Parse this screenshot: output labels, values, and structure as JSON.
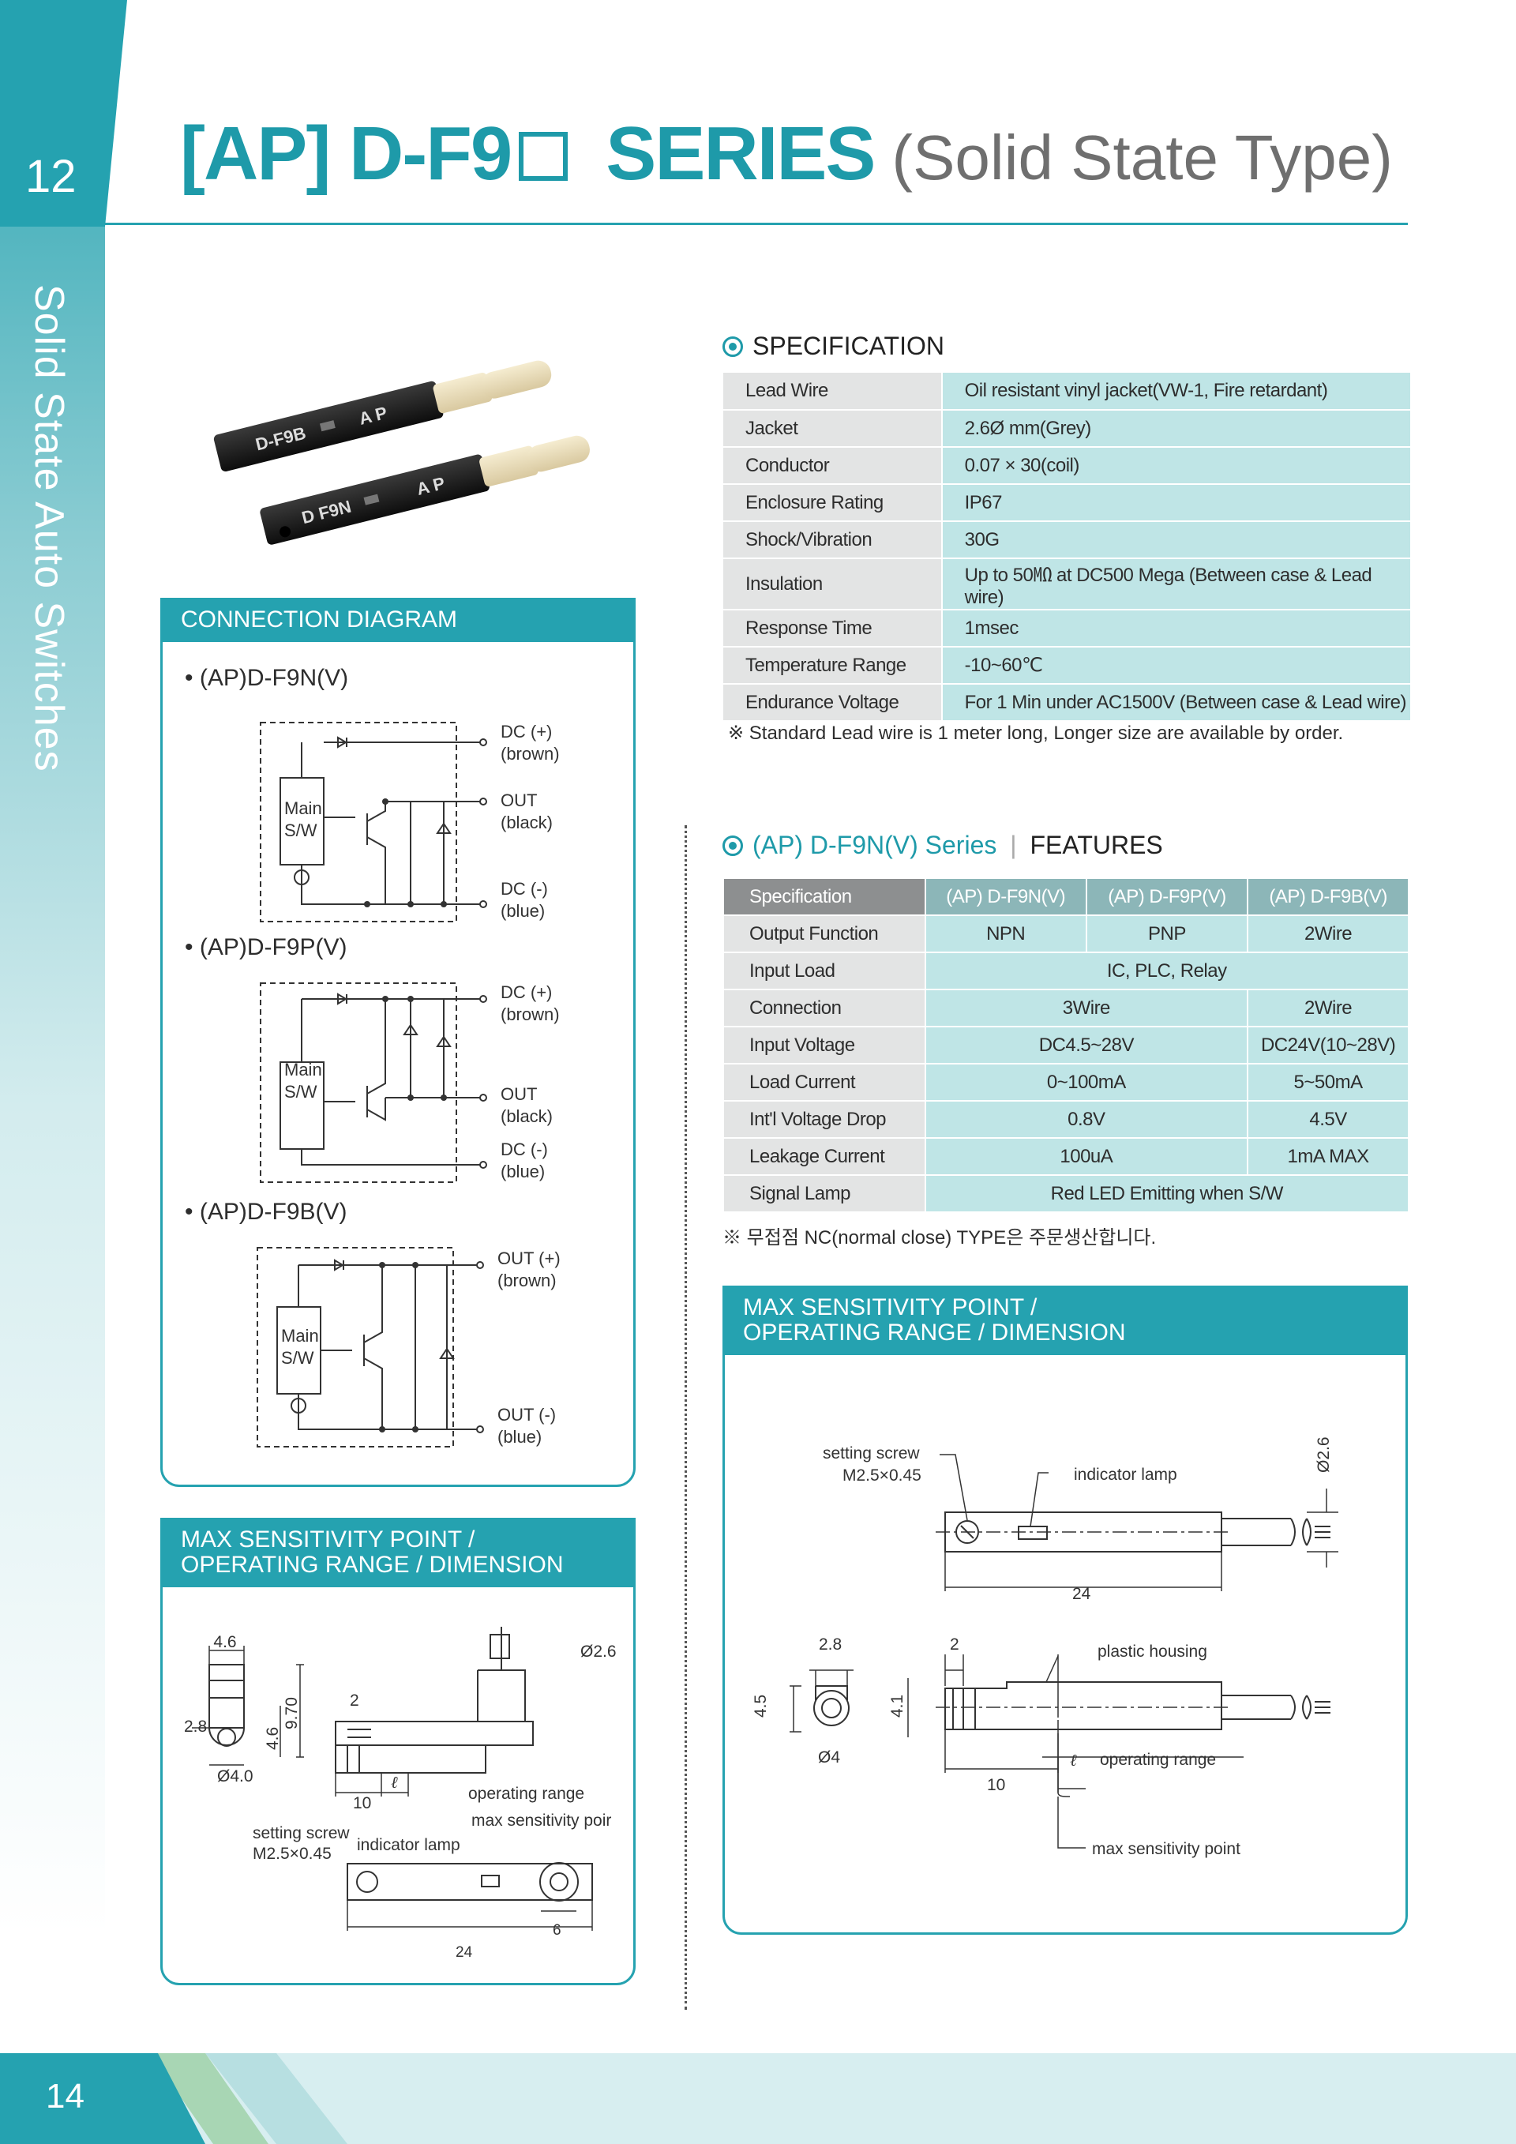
{
  "sidebar": {
    "chapter": "12",
    "label": "Solid State Auto Switches"
  },
  "header": {
    "title_main": "[AP] D-F9",
    "title_series": "SERIES",
    "title_sub": "(Solid State Type)"
  },
  "photo": {
    "label_top": "D-F9B",
    "label_top_mark": "A P",
    "label_bottom": "D F9N",
    "label_bottom_mark": "A P"
  },
  "connection": {
    "title": "CONNECTION DIAGRAM",
    "main_label": [
      "Main",
      "S/W"
    ],
    "diagrams": [
      {
        "name": "• (AP)D-F9N(V)",
        "wires": [
          [
            "DC (+)",
            "(brown)"
          ],
          [
            "OUT",
            "(black)"
          ],
          [
            "DC (-)",
            "(blue)"
          ]
        ]
      },
      {
        "name": "• (AP)D-F9P(V)",
        "wires": [
          [
            "DC (+)",
            "(brown)"
          ],
          [
            "OUT",
            "(black)"
          ],
          [
            "DC (-)",
            "(blue)"
          ]
        ]
      },
      {
        "name": "• (AP)D-F9B(V)",
        "wires": [
          [
            "OUT (+)",
            "(brown)"
          ],
          [
            "OUT (-)",
            "(blue)"
          ]
        ]
      }
    ]
  },
  "dim_left": {
    "title_line1": "MAX SENSITIVITY POINT /",
    "title_line2": "OPERATING RANGE / DIMENSION",
    "labels": {
      "w46": "4.6",
      "w28": "2.8",
      "h970": "9.70",
      "h46": "4.6",
      "d40": "Ø4.0",
      "d26": "Ø2.6",
      "two": "2",
      "ten": "10",
      "ell": "ℓ",
      "operating_range": "operating range",
      "max_sensitivity": "max sensitivity poir",
      "setting_screw": "setting screw",
      "screw_size": "M2.5×0.45",
      "indicator_lamp": "indicator lamp",
      "six": "6",
      "twentyfour": "24"
    }
  },
  "specification": {
    "title": "SPECIFICATION",
    "rows": [
      [
        "Lead Wire",
        "Oil resistant vinyl jacket(VW-1, Fire retardant)"
      ],
      [
        "Jacket",
        "2.6Ø mm(Grey)"
      ],
      [
        "Conductor",
        "0.07 × 30(coil)"
      ],
      [
        "Enclosure Rating",
        "IP67"
      ],
      [
        "Shock/Vibration",
        "30G"
      ],
      [
        "Insulation",
        "Up to 50㏁ at DC500 Mega (Between case & Lead wire)"
      ],
      [
        "Response Time",
        "1msec"
      ],
      [
        "Temperature Range",
        "-10~60℃"
      ],
      [
        "Endurance Voltage",
        "For 1 Min under AC1500V (Between case & Lead wire)"
      ]
    ],
    "note": "※ Standard Lead wire is 1 meter long, Longer size are available by order."
  },
  "features": {
    "title_series": "(AP) D-F9N(V) Series",
    "title_sep": "|",
    "title_features": "FEATURES",
    "headers": [
      "Specification",
      "(AP) D-F9N(V)",
      "(AP) D-F9P(V)",
      "(AP) D-F9B(V)"
    ],
    "rows": {
      "output": [
        "Output Function",
        "NPN",
        "PNP",
        "2Wire"
      ],
      "load": [
        "Input Load",
        "IC, PLC, Relay"
      ],
      "connection": [
        "Connection",
        "3Wire",
        "2Wire"
      ],
      "voltage": [
        "Input Voltage",
        "DC4.5~28V",
        "DC24V(10~28V)"
      ],
      "current": [
        "Load Current",
        "0~100mA",
        "5~50mA"
      ],
      "drop": [
        "Int'l Voltage Drop",
        "0.8V",
        "4.5V"
      ],
      "leakage": [
        "Leakage Current",
        "100uA",
        "1mA MAX"
      ],
      "lamp": [
        "Signal Lamp",
        "Red LED Emitting when S/W"
      ]
    },
    "note": "※ 무접점 NC(normal close) TYPE은 주문생산합니다."
  },
  "dim_right": {
    "title_line1": "MAX SENSITIVITY POINT /",
    "title_line2": "OPERATING RANGE / DIMENSION",
    "labels": {
      "setting_screw": "setting screw",
      "screw_size": "M2.5×0.45",
      "indicator_lamp": "indicator lamp",
      "d26": "Ø2.6",
      "twentyfour": "24",
      "w28": "2.8",
      "two": "2",
      "plastic_housing": "plastic housing",
      "h45": "4.5",
      "h41": "4.1",
      "d4": "Ø4",
      "ell": "ℓ",
      "operating_range": "operating range",
      "ten": "10",
      "max_sensitivity": "max sensitivity point"
    }
  },
  "footer": {
    "page": "14"
  },
  "colors": {
    "accent": "#25a2b0",
    "title": "#1e9aa9",
    "table_value_bg": "#bfe5e6",
    "table_key_bg": "#e3e4e4"
  }
}
